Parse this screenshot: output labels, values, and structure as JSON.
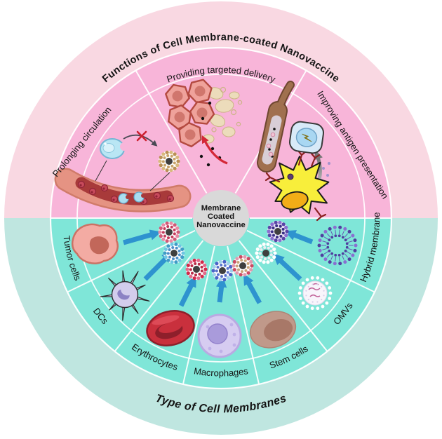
{
  "title_top": "Functions of Cell Membrane-coated Nanovaccine",
  "title_bottom": "Type of Cell Membranes",
  "center": {
    "line1": "Membrane",
    "line2": "Coated",
    "line3": "Nanovaccine"
  },
  "function_sectors": [
    {
      "label": "Prolonging circulation"
    },
    {
      "label": "Providing targeted delivery"
    },
    {
      "label": "Improving antigen presentation"
    }
  ],
  "membrane_sectors": [
    {
      "label": "Tumor cells",
      "particle_colors": [
        "#d15a78",
        "#e88aa4",
        "#c43b5c"
      ]
    },
    {
      "label": "DCs",
      "particle_colors": [
        "#6ec6e2",
        "#3f9cc6",
        "#4f8fc9"
      ]
    },
    {
      "label": "Erythrocytes",
      "particle_colors": [
        "#d3294a",
        "#e26a8a",
        "#b92b47"
      ]
    },
    {
      "label": "Macrophages",
      "particle_colors": [
        "#9fd0ea",
        "#4a63c8",
        "#5a74cc"
      ]
    },
    {
      "label": "Stem cells",
      "particle_colors": [
        "#cc4a62",
        "#e09ab0",
        "#c9a379"
      ]
    },
    {
      "label": "OMVs",
      "particle_colors": [
        "#ffffff",
        "#ffffff",
        "#ededf2"
      ]
    },
    {
      "label": "Hybrid membrane",
      "particle_colors": [
        "#5a45a8",
        "#8a6fd0",
        "#3a2f85"
      ]
    }
  ],
  "palette": {
    "top_outer_ring": "#f9d8e2",
    "top_inner": "#f8b5d9",
    "bottom_outer_ring": "#bfe6e0",
    "bottom_inner": "#7fe6d8",
    "divider": "#ffffff",
    "center_circle": "#d9d9d9",
    "arrow_blue": "#2e93cf",
    "arrow_red": "#d42737",
    "arrow_gray": "#8a8a8a",
    "tan_particle": [
      "#bb9055",
      "#d9b87e",
      "#c8a36a"
    ]
  },
  "illustrations": {
    "prolonging_circulation": [
      "immune-cell-icon",
      "blocked-uptake-arrow-icon",
      "nanovaccine-particle-icon",
      "blood-vessel-icon"
    ],
    "providing_targeted_delivery": [
      "tumor-cell-cluster-icon",
      "blood-vessel-icon",
      "targeting-arrow-icon"
    ],
    "improving_antigen_presentation": [
      "dendritic-cell-icon",
      "t-cell-icon",
      "presentation-arrow-icon"
    ],
    "membrane_sources": [
      "tumor-cell-icon",
      "dendritic-cell-icon",
      "erythrocyte-icon",
      "macrophage-icon",
      "stem-cell-icon",
      "omv-icon",
      "hybrid-membrane-liposome-icon"
    ]
  }
}
